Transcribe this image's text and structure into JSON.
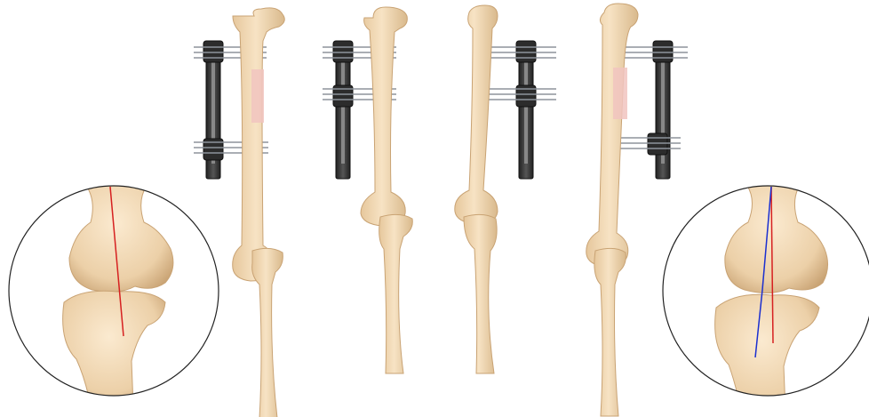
{
  "figure": {
    "panels": [
      {
        "view": "left-leg-lateral-with-fixator",
        "bone_transport_segment": true,
        "fixator_side": "left"
      },
      {
        "view": "left-leg-lateral-fixator-only",
        "bone_transport_segment": false,
        "fixator_side": "left"
      },
      {
        "view": "right-leg-lateral-fixator-only",
        "bone_transport_segment": false,
        "fixator_side": "right"
      },
      {
        "view": "right-leg-lateral-with-fixator",
        "bone_transport_segment": true,
        "fixator_side": "right"
      }
    ],
    "insets": [
      {
        "view": "knee-detail-left",
        "axis_lines": [
          "red"
        ]
      },
      {
        "view": "knee-detail-right",
        "axis_lines": [
          "blue",
          "red"
        ]
      }
    ]
  },
  "colors": {
    "bone": "#f2d9b5",
    "bone_shadow": "#d9b98c",
    "transport_segment": "#f1c4c0",
    "fixator_rail": "#3a3a3a",
    "pin": "#9aa0a6",
    "axis_red": "#d62020",
    "axis_blue": "#1b2fd0",
    "inset_border": "#222222"
  }
}
